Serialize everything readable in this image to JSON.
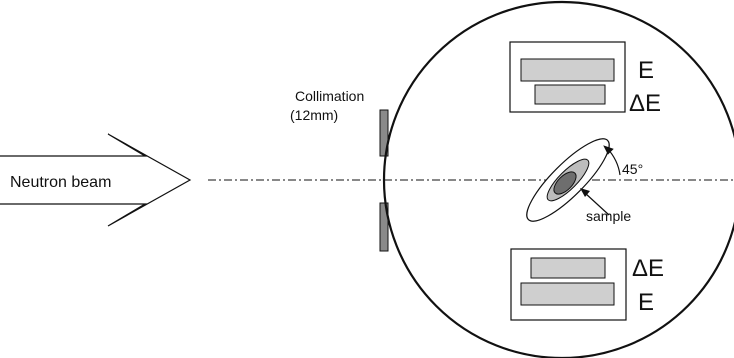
{
  "labels": {
    "beam": "Neutron beam",
    "collimation_line1": "Collimation",
    "collimation_line2": "(12mm)",
    "angle": "45°",
    "sample": "sample",
    "top_detector_e": "E",
    "top_detector_delta_e": "ΔE",
    "bottom_detector_delta_e": "ΔE",
    "bottom_detector_e": "E"
  },
  "colors": {
    "stroke": "#111111",
    "detector_fill": "#cfcfcf",
    "collimator_fill": "#8a8a8a",
    "sample_outer_fill": "#bdbdbd",
    "sample_inner_fill": "#6e6e6e"
  }
}
